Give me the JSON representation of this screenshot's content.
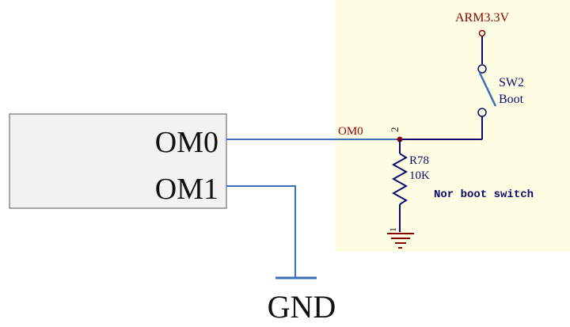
{
  "chip": {
    "pin_om0": "OM0",
    "pin_om1": "OM1"
  },
  "ground_label": "GND",
  "panel": {
    "supply_label": "ARM3.3V",
    "switch_ref": "SW2",
    "switch_name": "Boot",
    "net_label": "OM0",
    "pin_number": "2",
    "resistor_ref": "R78",
    "resistor_value": "10K",
    "note": "Nor boot switch",
    "ground_pin_number": "1"
  },
  "colors": {
    "panel_bg": "#fefee4",
    "wire": "#3b6fb6",
    "component": "#0b0b6e",
    "dark_red": "#8b0000",
    "chip_fill": "#f2f2f2",
    "chip_border": "#555555"
  }
}
